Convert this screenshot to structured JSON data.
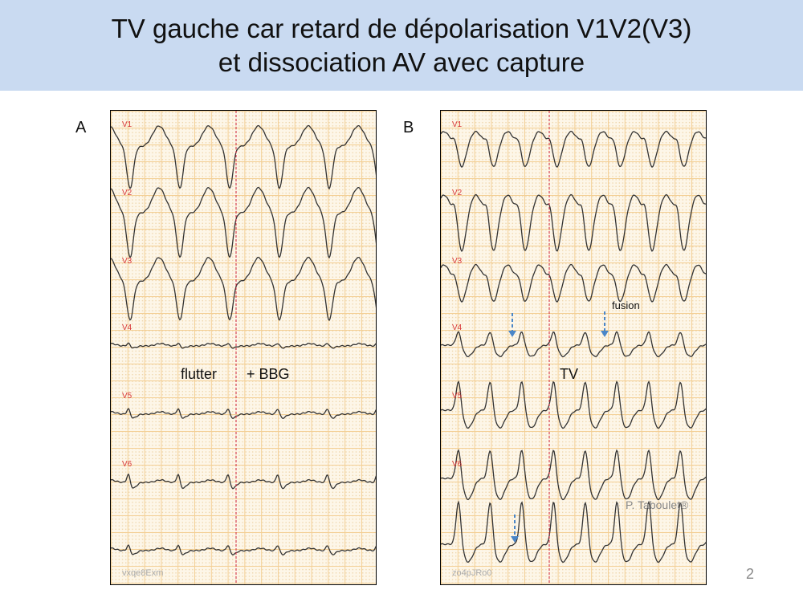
{
  "title": {
    "line1": "TV gauche car retard de dépolarisation V1V2(V3)",
    "line2": "et dissociation AV avec capture"
  },
  "panel_a": {
    "label": "A",
    "leads": [
      "V1",
      "V2",
      "V3",
      "V4",
      "V5",
      "V6"
    ],
    "watermark": "vxqe8Exm",
    "annotation_left": "flutter",
    "annotation_right": "+ BBG"
  },
  "panel_b": {
    "label": "B",
    "leads": [
      "V1",
      "V2",
      "V3",
      "V4",
      "V5",
      "V6"
    ],
    "watermark": "zo4pJRo0",
    "annotation_fusion": "fusion",
    "annotation_tv": "TV",
    "signature": "P. Taboulet®"
  },
  "page_number": "2",
  "colors": {
    "title_band": "#c9daf1",
    "lead_label": "#d8393a",
    "marker_line": "#d0213a",
    "arrow": "#4a86c8"
  }
}
